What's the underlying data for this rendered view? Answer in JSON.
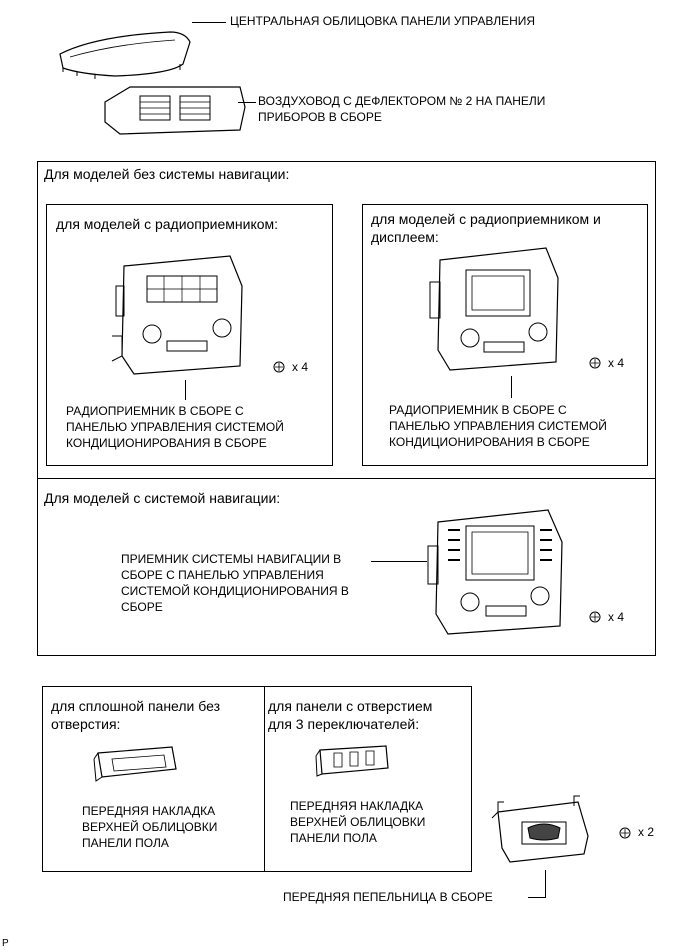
{
  "labels": {
    "center_panel": "ЦЕНТРАЛЬНАЯ ОБЛИЦОВКА ПАНЕЛИ УПРАВЛЕНИЯ",
    "air_duct_l1": "ВОЗДУХОВОД С ДЕФЛЕКТОРОМ № 2 НА ПАНЕЛИ",
    "air_duct_l2": "ПРИБОРОВ В СБОРЕ"
  },
  "section_no_nav": {
    "title": "Для моделей без системы навигации:",
    "radio": {
      "title": "для моделей с радиоприемником:",
      "part_l1": "РАДИОПРИЕМНИК В СБОРЕ С",
      "part_l2": "ПАНЕЛЬЮ УПРАВЛЕНИЯ СИСТЕМОЙ",
      "part_l3": "КОНДИЦИОНИРОВАНИЯ В СБОРЕ",
      "count": "x 4"
    },
    "radio_display": {
      "title_l1": "для моделей с радиоприемником и",
      "title_l2": "дисплеем:",
      "part_l1": "РАДИОПРИЕМНИК В СБОРЕ С",
      "part_l2": "ПАНЕЛЬЮ УПРАВЛЕНИЯ СИСТЕМОЙ",
      "part_l3": "КОНДИЦИОНИРОВАНИЯ В СБОРЕ",
      "count": "x 4"
    }
  },
  "section_nav": {
    "title": "Для моделей с системой навигации:",
    "part_l1": "ПРИЕМНИК СИСТЕМЫ НАВИГАЦИИ В",
    "part_l2": "СБОРЕ С ПАНЕЛЬЮ УПРАВЛЕНИЯ",
    "part_l3": "СИСТЕМОЙ КОНДИЦИОНИРОВАНИЯ В",
    "part_l4": "СБОРЕ",
    "count": "x 4"
  },
  "floor": {
    "solid": {
      "title_l1": "для сплошной панели без",
      "title_l2": "отверстия:",
      "part_l1": "ПЕРЕДНЯЯ НАКЛАДКА",
      "part_l2": "ВЕРХНЕЙ ОБЛИЦОВКИ",
      "part_l3": "ПАНЕЛИ ПОЛА"
    },
    "three_switch": {
      "title_l1": "для панели с отверстием",
      "title_l2": "для 3 переключателей:",
      "part_l1": "ПЕРЕДНЯЯ НАКЛАДКА",
      "part_l2": "ВЕРХНЕЙ ОБЛИЦОВКИ",
      "part_l3": "ПАНЕЛИ ПОЛА"
    }
  },
  "ashtray": {
    "label": "ПЕРЕДНЯЯ ПЕПЕЛЬНИЦА В СБОРЕ",
    "count": "x 2"
  },
  "corner_mark": "P"
}
